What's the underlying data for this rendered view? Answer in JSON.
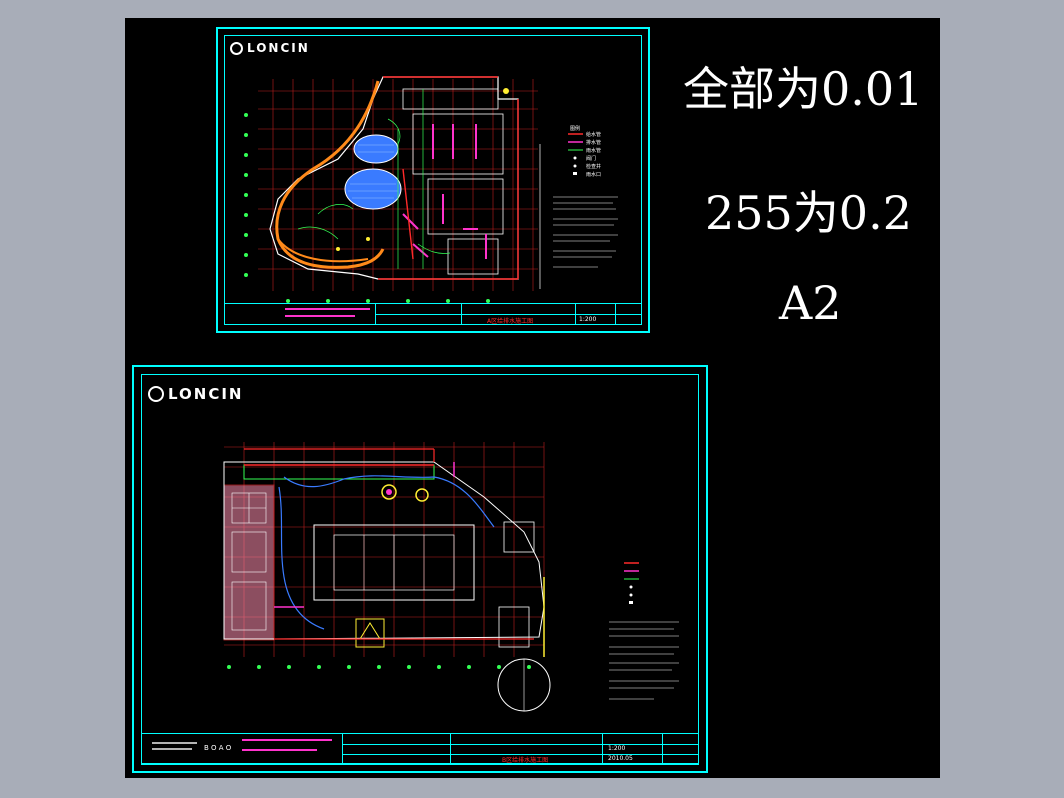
{
  "notes": {
    "line1": "全部为0.01",
    "line2": "255为0.2",
    "line3": "A2"
  },
  "sheet_top": {
    "logo": "LONCIN",
    "title_block": {
      "drawing_name": "A区给排水施工图",
      "scale": "1:200"
    }
  },
  "sheet_bottom": {
    "logo": "LONCIN",
    "title_block": {
      "firm_code": "B O A O",
      "drawing_name": "B区给排水施工图",
      "scale": "1:200",
      "date": "2010.05"
    }
  },
  "legend": {
    "title": "图例",
    "items": [
      "给水管",
      "排水管",
      "雨水管",
      "阀门",
      "检查井",
      "雨水口"
    ]
  },
  "colors": {
    "canvas": "#000000",
    "frame": "#00ffff",
    "pipe_red": "#ff2a2a",
    "pipe_magenta": "#ff33cc",
    "water": "#3a7bff",
    "path_orange": "#ff8a1a",
    "green": "#33ff55",
    "yellow": "#ffee33"
  }
}
